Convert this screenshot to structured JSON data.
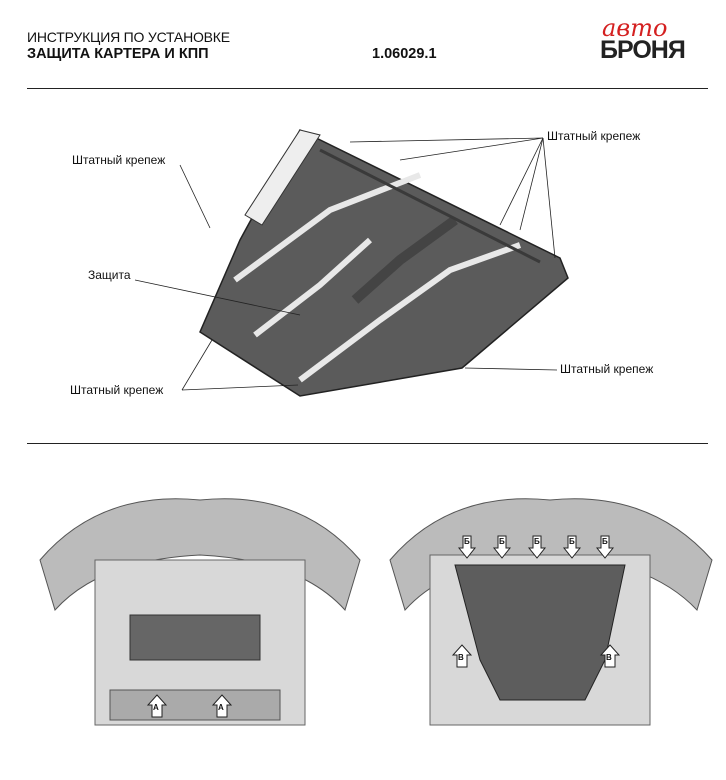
{
  "header": {
    "title": "ИНСТРУКЦИЯ ПО УСТАНОВКЕ",
    "subtitle": "ЗАЩИТА КАРТЕРА И КПП",
    "part_number": "1.06029.1",
    "logo": {
      "top": "авто",
      "bottom": "БРОНЯ",
      "accent_color": "#d42020"
    }
  },
  "diagram": {
    "labels": {
      "fastener_top_left": "Штатный крепеж",
      "guard": "Защита",
      "fastener_bottom_left": "Штатный крепеж",
      "fastener_top_right": "Штатный крепеж",
      "fastener_bottom_right": "Штатный крепеж"
    }
  },
  "install": {
    "before_arrows": [
      "А",
      "А"
    ],
    "after_arrows_top": [
      "Б",
      "Б",
      "Б",
      "Б",
      "Б"
    ],
    "after_arrows_side": [
      "В",
      "В"
    ]
  }
}
